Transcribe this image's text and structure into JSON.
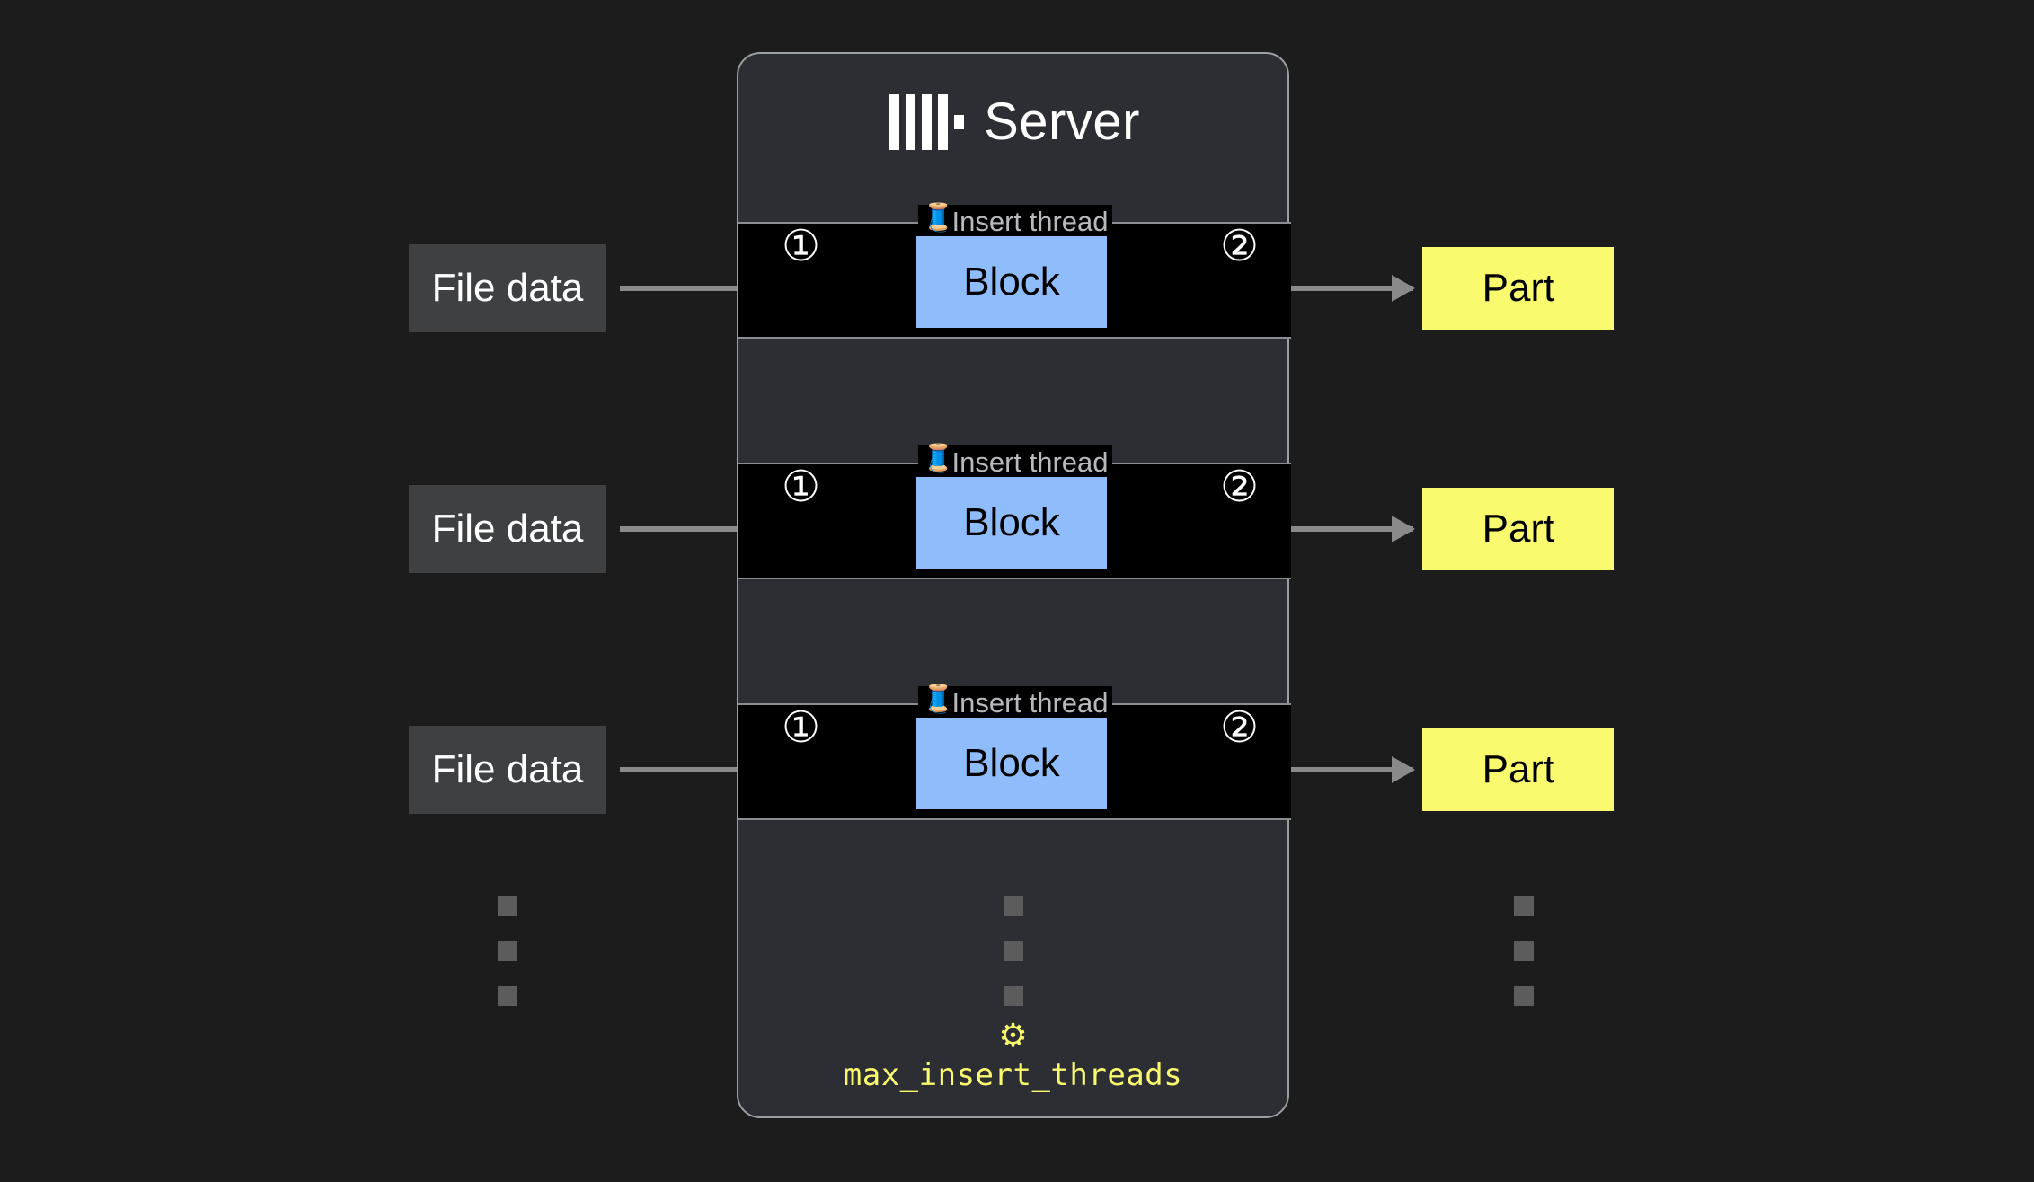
{
  "diagram": {
    "background_color": "#1c1c1c",
    "server": {
      "title": "Server",
      "logo_icon": "clickhouse-logo-icon",
      "card_color": "#2c2e33",
      "border_color": "#9b9ea3"
    },
    "threads": [
      {
        "legend": "Insert thread",
        "legend_icon": "thread-spool-icon",
        "legend_emoji": "🧵",
        "block_label": "Block",
        "block_color": "#8fbdfc",
        "step_in": "①",
        "step_out": "②"
      },
      {
        "legend": "Insert thread",
        "legend_icon": "thread-spool-icon",
        "legend_emoji": "🧵",
        "block_label": "Block",
        "block_color": "#8fbdfc",
        "step_in": "①",
        "step_out": "②"
      },
      {
        "legend": "Insert thread",
        "legend_icon": "thread-spool-icon",
        "legend_emoji": "🧵",
        "block_label": "Block",
        "block_color": "#8fbdfc",
        "step_in": "①",
        "step_out": "②"
      }
    ],
    "inputs": [
      {
        "label": "File data",
        "color": "#3f4042"
      },
      {
        "label": "File data",
        "color": "#3f4042"
      },
      {
        "label": "File data",
        "color": "#3f4042"
      }
    ],
    "outputs": [
      {
        "label": "Part",
        "color": "#fafa6e"
      },
      {
        "label": "Part",
        "color": "#fafa6e"
      },
      {
        "label": "Part",
        "color": "#fafa6e"
      }
    ],
    "continuation": {
      "icon": "vertical-ellipsis-icon",
      "square_color": "#5c5c5c",
      "count": 3
    },
    "setting": {
      "icon": "gear-icon",
      "glyph": "⚙",
      "name": "max_insert_threads",
      "color": "#fafa6e"
    },
    "arrow_color": "#8a8a8a"
  }
}
